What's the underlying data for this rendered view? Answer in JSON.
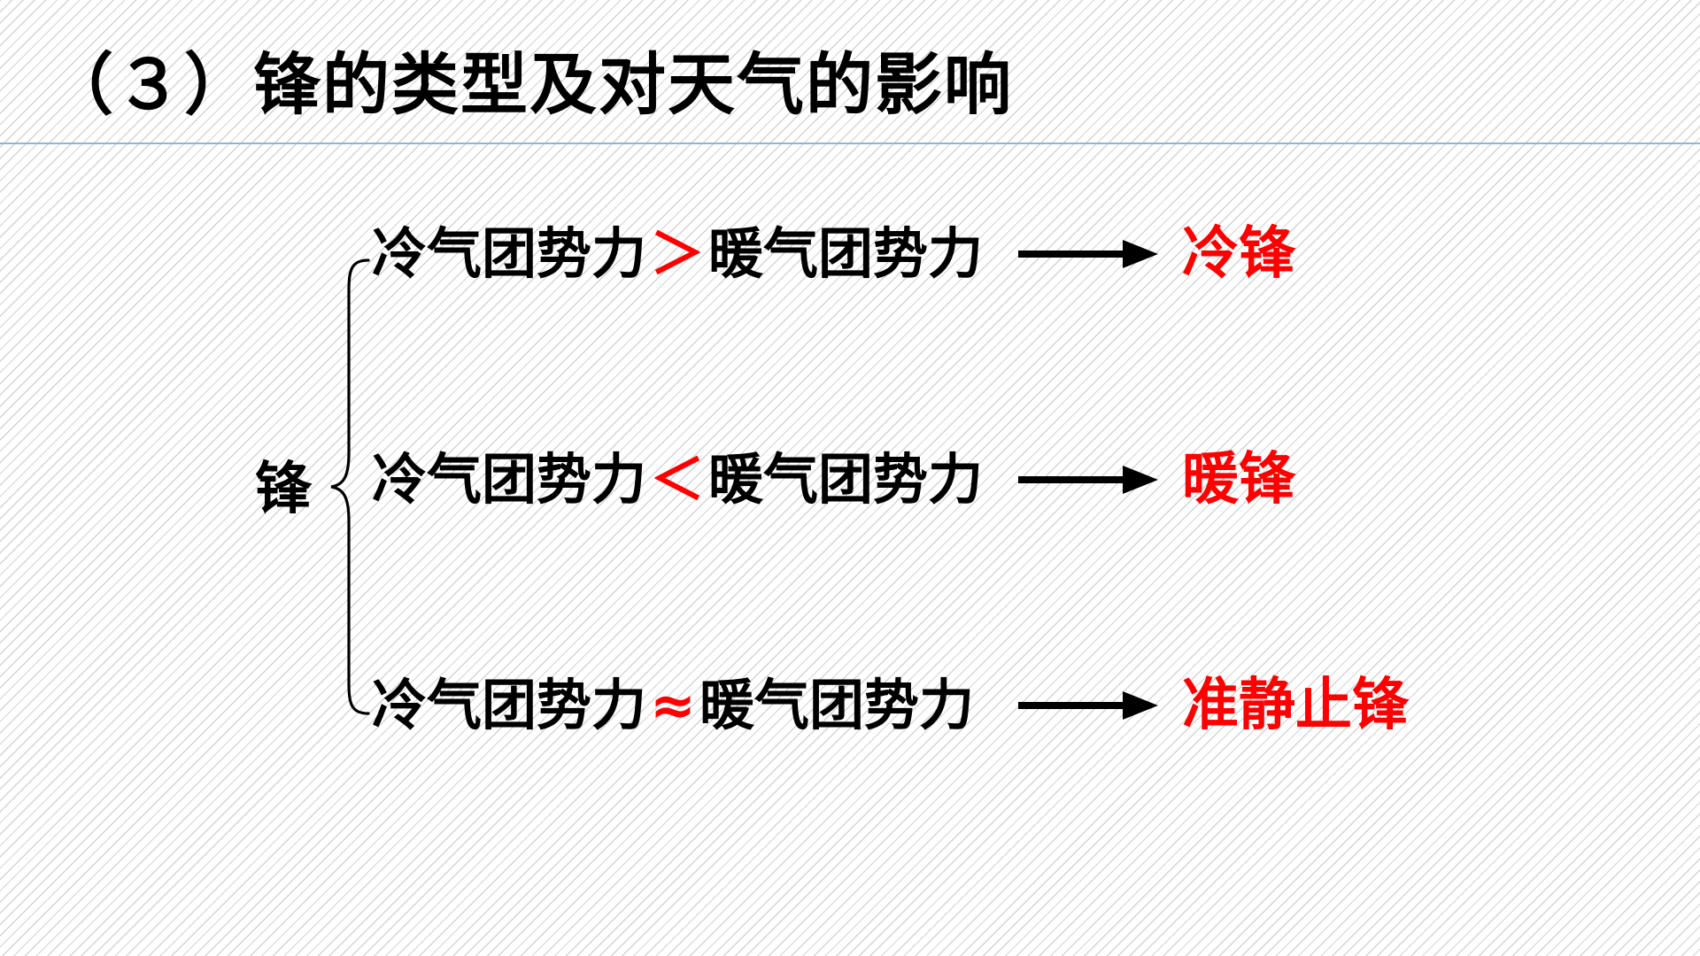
{
  "title": "（３）锋的类型及对天气的影响",
  "diagram": {
    "root": "锋",
    "branches": [
      {
        "left": "冷气团势力",
        "operator": "＞",
        "right": "暖气团势力",
        "result": "冷锋"
      },
      {
        "left": "冷气团势力",
        "operator": "＜",
        "right": "暖气团势力",
        "result": "暖锋"
      },
      {
        "left": "冷气团势力",
        "operator": "≈",
        "right": "暖气团势力",
        "result": "准静止锋"
      }
    ]
  },
  "colors": {
    "text": "#000000",
    "highlight": "#ff0000",
    "rule": "#8fb3d9"
  },
  "icons": {
    "brace": "curly-brace-icon",
    "arrow": "right-arrow-icon"
  }
}
